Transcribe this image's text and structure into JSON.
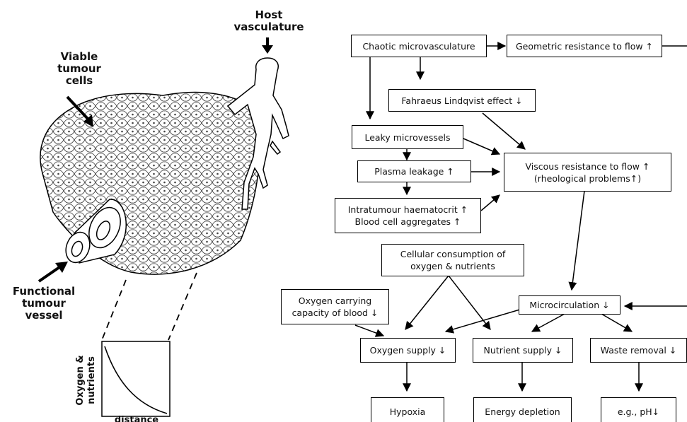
{
  "labels": {
    "host": [
      "Host",
      "vasculature"
    ],
    "viable": [
      "Viable",
      "tumour",
      "cells"
    ],
    "functional": [
      "Functional",
      "tumour",
      "vessel"
    ],
    "plot_ylabel": [
      "Oxygen &",
      "nutrients"
    ],
    "plot_xlabel": "distance"
  },
  "boxes": {
    "chaotic": [
      "Chaotic microvasculature"
    ],
    "geometric": [
      "Geometric resistance to flow ↑"
    ],
    "fahraeus": [
      "Fahraeus Lindqvist effect ↓"
    ],
    "leaky": [
      "Leaky microvessels"
    ],
    "plasma": [
      "Plasma leakage ↑"
    ],
    "viscous": [
      "Viscous resistance to flow ↑",
      "(rheological problems↑)"
    ],
    "haematocrit": [
      "Intratumour haematocrit ↑",
      "Blood cell aggregates ↑"
    ],
    "cellular": [
      "Cellular consumption of",
      "oxygen & nutrients"
    ],
    "oxycap": [
      "Oxygen carrying",
      "capacity of blood ↓"
    ],
    "microcirc": [
      "Microcirculation ↓"
    ],
    "oxysupply": [
      "Oxygen supply ↓"
    ],
    "nutsupply": [
      "Nutrient supply ↓"
    ],
    "waste": [
      "Waste removal ↓"
    ],
    "hypoxia": [
      "Hypoxia"
    ],
    "energy": [
      "Energy depletion"
    ],
    "ph": [
      "e.g., pH↓"
    ]
  }
}
